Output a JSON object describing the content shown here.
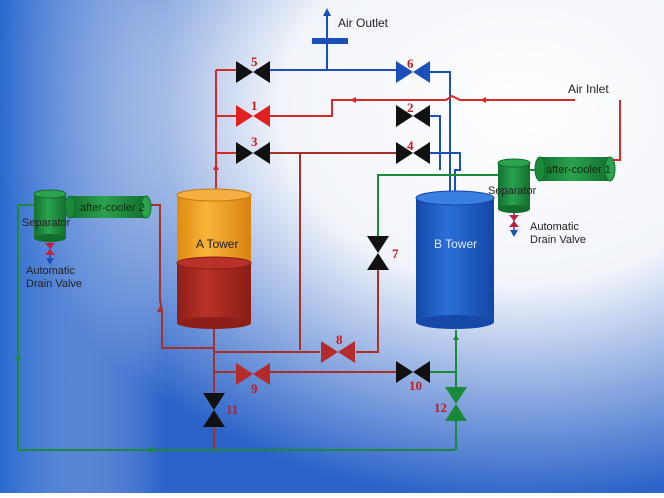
{
  "labels": {
    "air_outlet": "Air Outlet",
    "air_inlet": "Air Inlet",
    "tower_a": "A Tower",
    "tower_b": "B Tower",
    "separator_left": "Separator",
    "separator_right": "Separator",
    "aftercooler_left": "after-cooler 2",
    "aftercooler_right": "after-cooler 1",
    "drain_left_1": "Automatic",
    "drain_left_2": "Drain Valve",
    "drain_right_1": "Automatic",
    "drain_right_2": "Drain Valve"
  },
  "valves": [
    {
      "number": "1",
      "color": "#e02020"
    },
    {
      "number": "2",
      "color": "#111111"
    },
    {
      "number": "3",
      "color": "#111111"
    },
    {
      "number": "4",
      "color": "#111111"
    },
    {
      "number": "5",
      "color": "#111111"
    },
    {
      "number": "6",
      "color": "#1d4fb8"
    },
    {
      "number": "7",
      "color": "#111111"
    },
    {
      "number": "8",
      "color": "#b52a2a"
    },
    {
      "number": "9",
      "color": "#b52a2a"
    },
    {
      "number": "10",
      "color": "#111111"
    },
    {
      "number": "11",
      "color": "#111111"
    },
    {
      "number": "12",
      "color": "#1a8a3a"
    }
  ],
  "colors": {
    "red_line": "#d42a2a",
    "dark_red_line": "#a8302a",
    "blue_line": "#1d4fb8",
    "green_line": "#1a8a3a",
    "tower_a_top": "#f0a020",
    "tower_a_bottom": "#b02a22",
    "tower_b": "#1e5fc8",
    "separator": "#1f8a3c",
    "number": "#c41a1a"
  }
}
